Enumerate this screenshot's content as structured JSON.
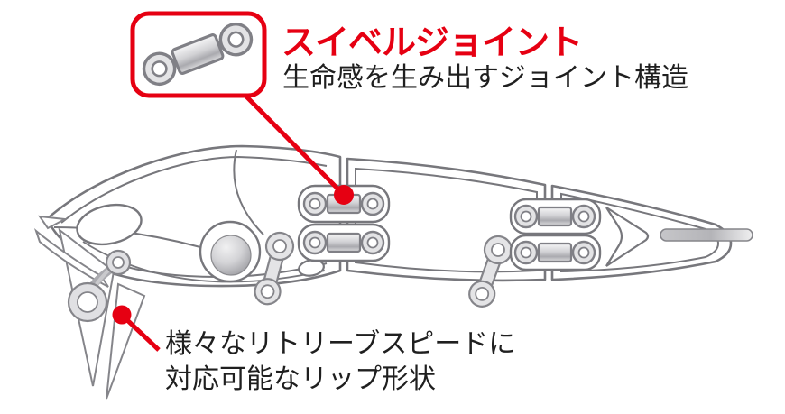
{
  "callout_swivel": {
    "title": "スイベルジョイント",
    "description": "生命感を生み出すジョイント構造"
  },
  "callout_lip": {
    "line1": "様々なリトリーブスピードに",
    "line2": "対応可能なリップ形状"
  },
  "colors": {
    "accent_red": "#e60012",
    "line_gray": "#77777c",
    "metal_edge": "#808086",
    "text_black": "#1f1f1f"
  },
  "icons": {
    "bubble_swivel": "swivel-icon",
    "diagram": "jointed-lure-wireframe"
  }
}
